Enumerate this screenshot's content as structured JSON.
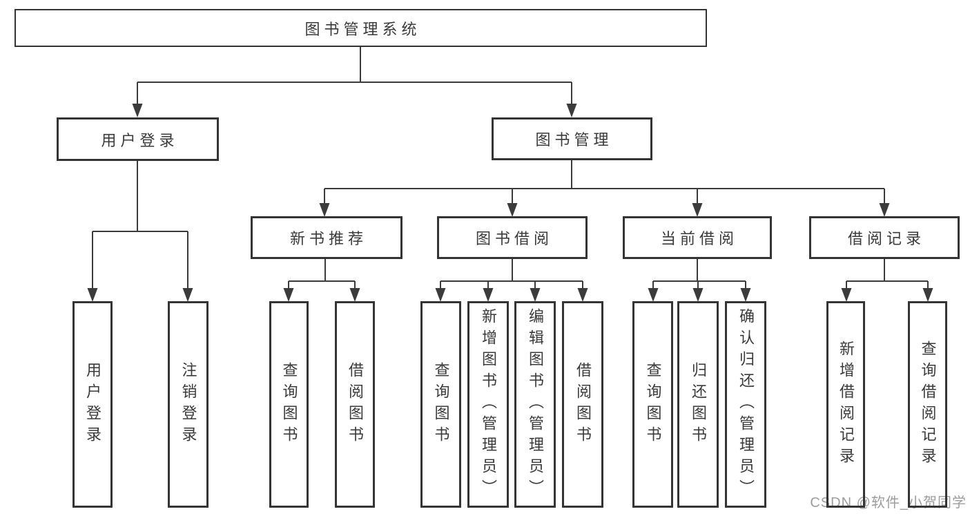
{
  "diagram": {
    "title": "图书管理系统",
    "tree": {
      "root": "图书管理系统",
      "children": [
        {
          "label": "用户登录",
          "children": [
            "用户登录",
            "注销登录"
          ]
        },
        {
          "label": "图书管理",
          "children": [
            {
              "label": "新书推荐",
              "children": [
                "查询图书",
                "借阅图书"
              ]
            },
            {
              "label": "图书借阅",
              "children": [
                "查询图书",
                "新增图书（管理员）",
                "编辑图书（管理员）",
                "借阅图书"
              ]
            },
            {
              "label": "当前借阅",
              "children": [
                "查询图书",
                "归还图书",
                "确认归还（管理员）"
              ]
            },
            {
              "label": "借阅记录",
              "children": [
                "新增借阅记录",
                "查询借阅记录"
              ]
            }
          ]
        }
      ]
    },
    "colors": {
      "line": "#3b3b3b",
      "text": "#3a3a3a",
      "box_background": "#ffffff",
      "watermark": "#9c9c9c",
      "background": "#ffffff"
    }
  },
  "watermark": {
    "text": "CSDN @软件_小贺同学"
  }
}
